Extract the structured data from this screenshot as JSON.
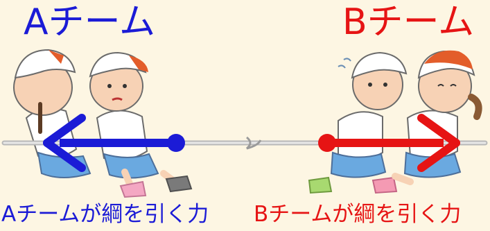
{
  "team_a": {
    "title": "Aチーム",
    "force_label": "Aチームが綱を引く力",
    "color": "#1b1bd6"
  },
  "team_b": {
    "title": "Bチーム",
    "force_label": "Bチームが綱を引く力",
    "color": "#e61414"
  },
  "background_color": "#fdf6e3"
}
